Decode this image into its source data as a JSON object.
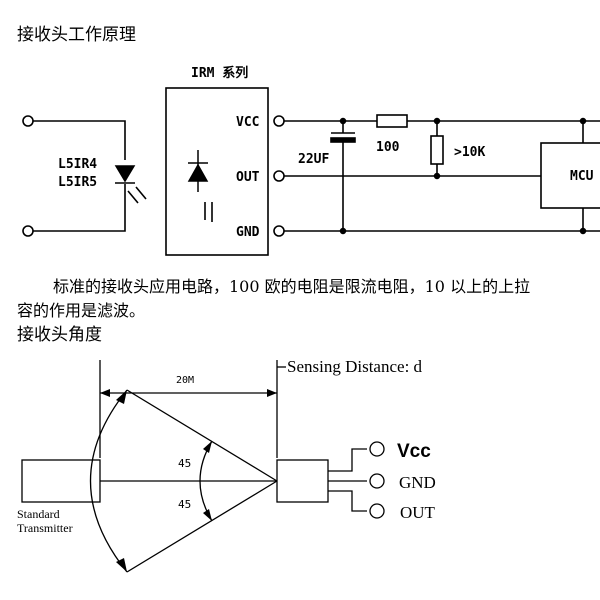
{
  "heading1": "接收头工作原理",
  "circuit": {
    "module_title": "IRM 系列",
    "led_label_1": "L5IR4",
    "led_label_2": "L5IR5",
    "pin_vcc": "VCC",
    "pin_out": "OUT",
    "pin_gnd": "GND",
    "cap_label": "22UF",
    "res_label": "100",
    "pullup_label": ">10K",
    "mcu_label": "MCU"
  },
  "paragraph": {
    "line1": "标准的接收头应用电路，100 欧的电阻是限流电阻，10 以上的上拉",
    "line2": "容的作用是滤波。"
  },
  "heading2": "接收头角度",
  "angle": {
    "distance_label": "Sensing Distance: d",
    "range_label": "20M",
    "angle_top": "45",
    "angle_bottom": "45",
    "transmitter_line1": "Standard",
    "transmitter_line2": "Transmitter",
    "pin_vcc": "Vcc",
    "pin_gnd": "GND",
    "pin_out": "OUT"
  }
}
